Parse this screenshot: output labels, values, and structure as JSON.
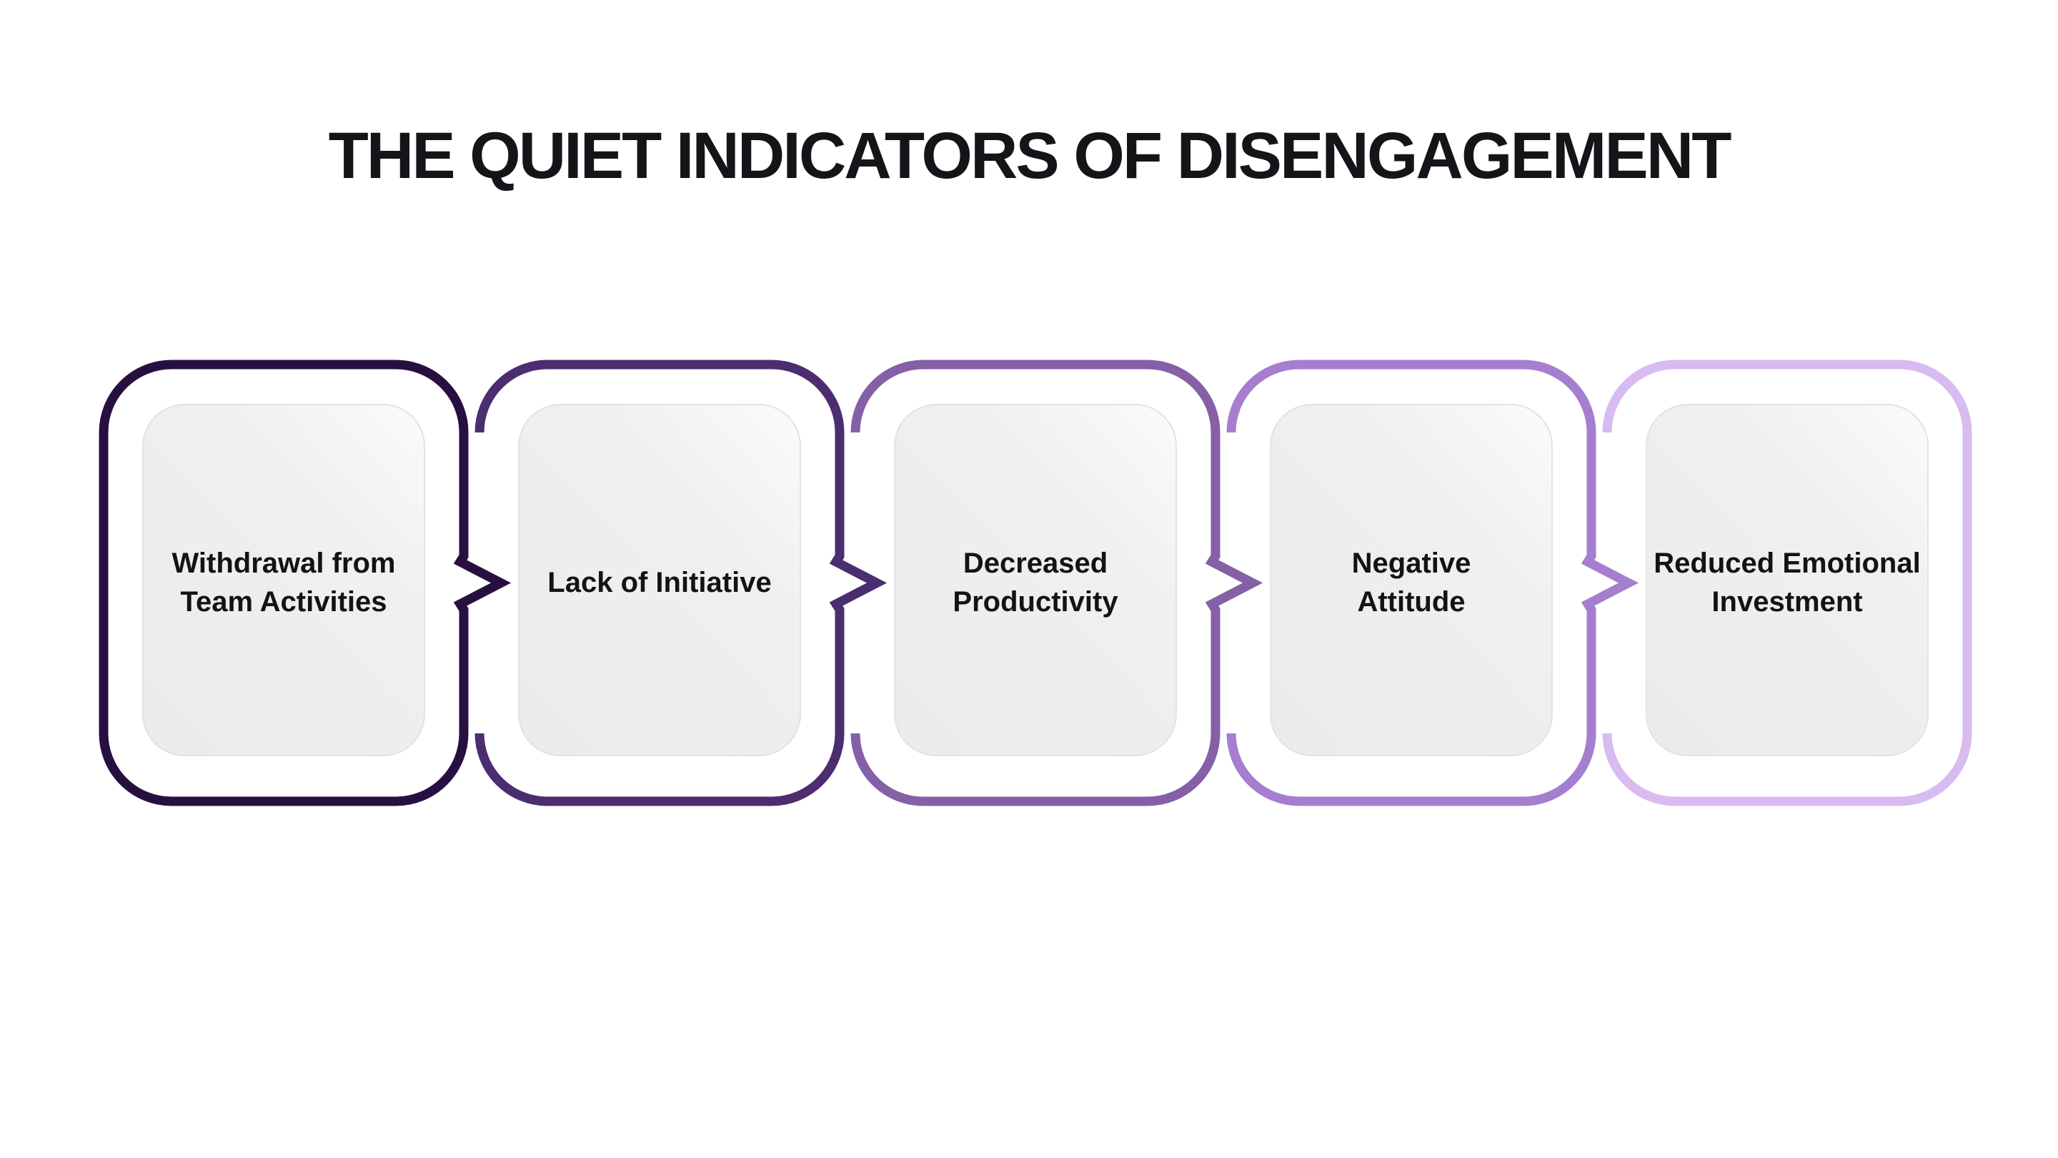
{
  "title": "THE QUIET INDICATORS OF DISENGAGEMENT",
  "diagram": {
    "type": "flow",
    "direction": "left-to-right",
    "background": "#ffffff",
    "panel_fill": "#efeff0",
    "text_color": "#131313",
    "steps": [
      {
        "label": "Withdrawal from Team Activities",
        "lines": [
          "Withdrawal from",
          "Team Activities"
        ],
        "border_color": "#271041"
      },
      {
        "label": "Lack of Initiative",
        "lines": [
          "Lack of Initiative"
        ],
        "border_color": "#4c2d6f"
      },
      {
        "label": "Decreased Productivity",
        "lines": [
          "Decreased",
          "Productivity"
        ],
        "border_color": "#8560a6"
      },
      {
        "label": "Negative Attitude",
        "lines": [
          "Negative",
          "Attitude"
        ],
        "border_color": "#a67ecf"
      },
      {
        "label": "Reduced Emotional Investment",
        "lines": [
          "Reduced Emotional",
          "Investment"
        ],
        "border_color": "#d7bbf1"
      }
    ]
  }
}
